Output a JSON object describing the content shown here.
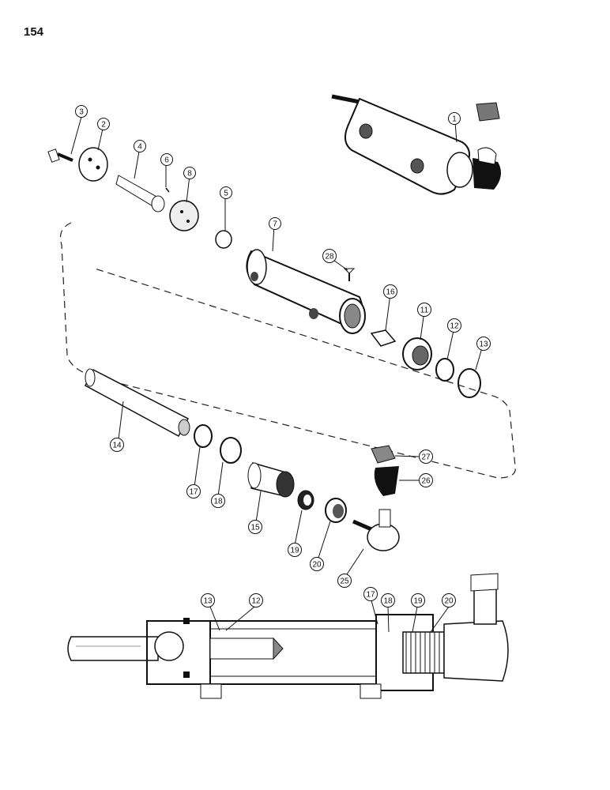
{
  "page_number": "154",
  "callouts": [
    {
      "id": "c1",
      "label": "1"
    },
    {
      "id": "c2",
      "label": "2"
    },
    {
      "id": "c3",
      "label": "3"
    },
    {
      "id": "c4",
      "label": "4"
    },
    {
      "id": "c5",
      "label": "5"
    },
    {
      "id": "c6",
      "label": "6"
    },
    {
      "id": "c7",
      "label": "7"
    },
    {
      "id": "c8",
      "label": "8"
    },
    {
      "id": "c11",
      "label": "11"
    },
    {
      "id": "c12",
      "label": "12"
    },
    {
      "id": "c13",
      "label": "13"
    },
    {
      "id": "c14",
      "label": "14"
    },
    {
      "id": "c15",
      "label": "15"
    },
    {
      "id": "c16",
      "label": "16"
    },
    {
      "id": "c17",
      "label": "17"
    },
    {
      "id": "c18",
      "label": "18"
    },
    {
      "id": "c19",
      "label": "19"
    },
    {
      "id": "c20",
      "label": "20"
    },
    {
      "id": "c25",
      "label": "25"
    },
    {
      "id": "c26",
      "label": "26"
    },
    {
      "id": "c27",
      "label": "27"
    },
    {
      "id": "c28",
      "label": "28"
    },
    {
      "id": "s13",
      "label": "13"
    },
    {
      "id": "s12",
      "label": "12"
    },
    {
      "id": "s17",
      "label": "17"
    },
    {
      "id": "s18",
      "label": "18"
    },
    {
      "id": "s19",
      "label": "19"
    },
    {
      "id": "s20",
      "label": "20"
    }
  ]
}
